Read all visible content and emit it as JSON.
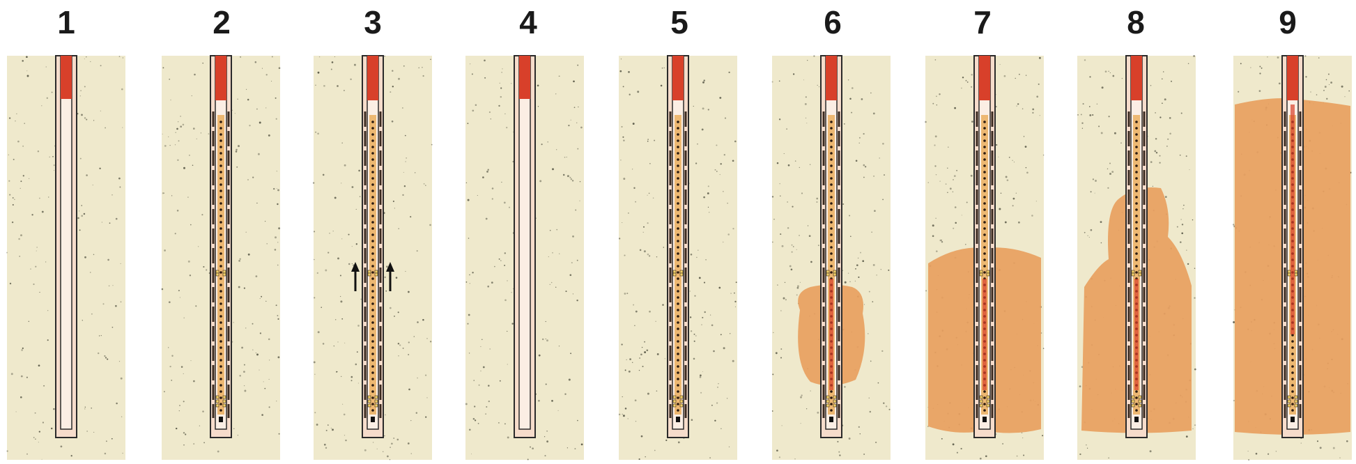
{
  "panels": [
    {
      "label": "1",
      "stage": "casing",
      "fracture": 0,
      "arrows": false,
      "perforated": false
    },
    {
      "label": "2",
      "stage": "perforated",
      "fracture": 0,
      "arrows": false,
      "perforated": true
    },
    {
      "label": "3",
      "stage": "flow-up",
      "fracture": 0,
      "arrows": true,
      "perforated": true
    },
    {
      "label": "4",
      "stage": "casing",
      "fracture": 0,
      "arrows": false,
      "perforated": false
    },
    {
      "label": "5",
      "stage": "perforated",
      "fracture": 0,
      "arrows": false,
      "perforated": true
    },
    {
      "label": "6",
      "stage": "fracture-initial",
      "fracture": 1,
      "arrows": false,
      "perforated": true
    },
    {
      "label": "7",
      "stage": "fracture-zone",
      "fracture": 2,
      "arrows": false,
      "perforated": true
    },
    {
      "label": "8",
      "stage": "fracture-growth",
      "fracture": 3,
      "arrows": false,
      "perforated": true
    },
    {
      "label": "9",
      "stage": "fracture-full",
      "fracture": 4,
      "arrows": false,
      "perforated": true
    }
  ],
  "colors": {
    "rock": "#efe9cc",
    "speckle": "#4a4a3a",
    "casing_red": "#d8402a",
    "wellbore_fill": "#f6dccb",
    "liner": "#e8a64c",
    "fracture_fluid": "#e8a060",
    "outline": "#2a2a2a"
  }
}
